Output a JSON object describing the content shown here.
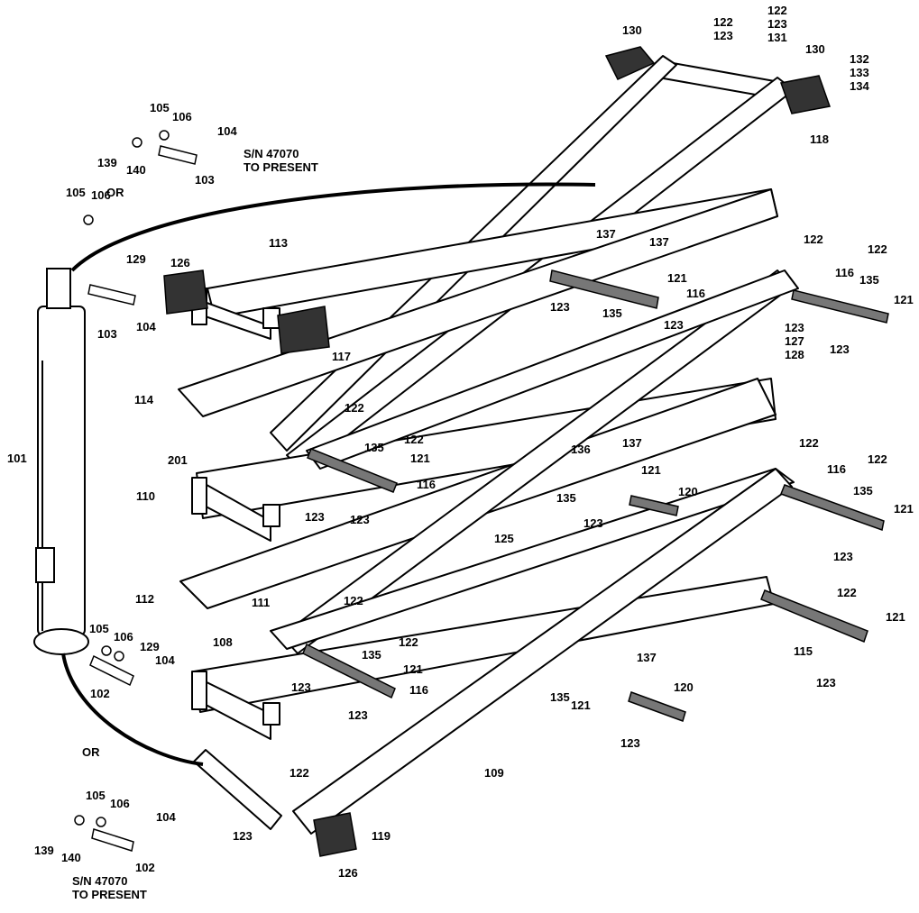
{
  "notes": {
    "sn_top_line1": "S/N 47070",
    "sn_top_line2": "TO PRESENT",
    "sn_bottom_line1": "S/N 47070",
    "sn_bottom_line2": "TO PRESENT",
    "or_top": "OR",
    "or_bottom": "OR"
  },
  "callouts": {
    "c130a": "130",
    "c122a": "122",
    "c123a": "123",
    "c122b": "122",
    "c123b": "123",
    "c131": "131",
    "c130b": "130",
    "c132": "132",
    "c133": "133",
    "c134": "134",
    "c118": "118",
    "c105a": "105",
    "c106a": "106",
    "c104a": "104",
    "c139a": "139",
    "c140a": "140",
    "c103a": "103",
    "c105b": "105",
    "c106b": "106",
    "c113": "113",
    "c129a": "129",
    "c126a": "126",
    "c103b": "103",
    "c104b": "104",
    "c117": "117",
    "c114": "114",
    "c137a": "137",
    "c137b": "137",
    "c121a": "121",
    "c116a": "116",
    "c123c": "123",
    "c135a": "135",
    "c123d": "123",
    "c122c": "122",
    "c122d": "122",
    "c116b": "116",
    "c135b": "135",
    "c121b": "121",
    "c123e": "123",
    "c127": "127",
    "c128": "128",
    "c123f": "123",
    "c101": "101",
    "c122e": "122",
    "c135c": "135",
    "c122f": "122",
    "c121c": "121",
    "c116c": "116",
    "c201": "201",
    "c110": "110",
    "c123g": "123",
    "c123h": "123",
    "c136": "136",
    "c137c": "137",
    "c121d": "121",
    "c135d": "135",
    "c120a": "120",
    "c123i": "123",
    "c125": "125",
    "c122g": "122",
    "c116d": "116",
    "c122h": "122",
    "c135e": "135",
    "c121e": "121",
    "c123j": "123",
    "c112": "112",
    "c111": "111",
    "c122i": "122",
    "c121f": "121",
    "c115": "115",
    "c123k": "123",
    "c105c": "105",
    "c106c": "106",
    "c129b": "129",
    "c104c": "104",
    "c102a": "102",
    "c108": "108",
    "c122j": "122",
    "c135f": "135",
    "c122k": "122",
    "c121g": "121",
    "c123l": "123",
    "c116e": "116",
    "c123m": "123",
    "c137d": "137",
    "c120b": "120",
    "c135g": "135",
    "c121h": "121",
    "c123n": "123",
    "c109": "109",
    "c122l": "122",
    "c105d": "105",
    "c106d": "106",
    "c104d": "104",
    "c139b": "139",
    "c140b": "140",
    "c102b": "102",
    "c123o": "123",
    "c119": "119",
    "c126b": "126"
  }
}
